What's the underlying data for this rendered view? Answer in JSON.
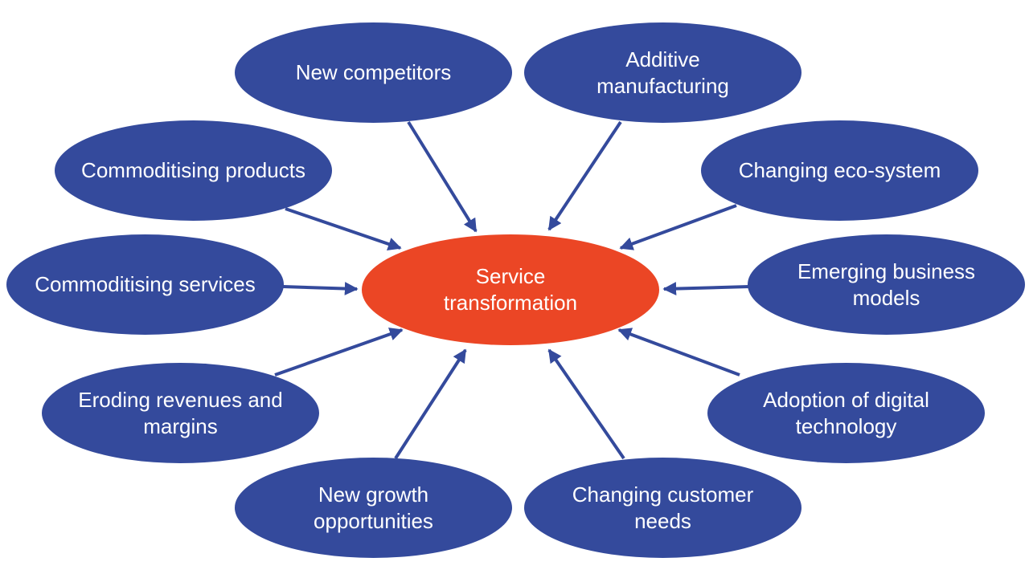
{
  "center": {
    "label": "Service transformation",
    "color": "#eb4625"
  },
  "drivers": [
    {
      "label": "New competitors"
    },
    {
      "label": "Additive manufacturing"
    },
    {
      "label": "Commoditising products"
    },
    {
      "label": "Changing eco-system"
    },
    {
      "label": "Commoditising services"
    },
    {
      "label": "Emerging business models"
    },
    {
      "label": "Eroding revenues and margins"
    },
    {
      "label": "Adoption of digital technology"
    },
    {
      "label": "New growth opportunities"
    },
    {
      "label": "Changing customer needs"
    }
  ],
  "colors": {
    "driver": "#344a9c",
    "arrow": "#344a9c",
    "text": "#ffffff"
  }
}
